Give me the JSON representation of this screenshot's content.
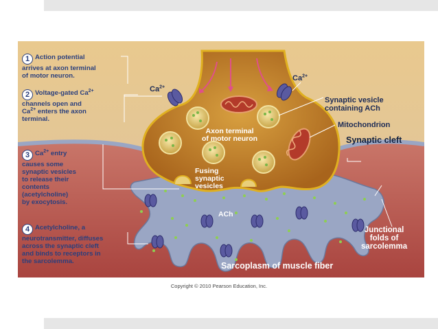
{
  "steps": [
    {
      "num": "1",
      "lines": [
        "Action potential",
        "arrives at axon terminal",
        "of motor neuron."
      ]
    },
    {
      "num": "2",
      "lines": [
        "Voltage-gated Ca",
        "channels open and",
        "Ca",
        "terminal."
      ],
      "sup_a": "2+",
      "sup_b": "2+",
      "tail_b": " enters the axon"
    },
    {
      "num": "3",
      "lines": [
        "Ca",
        " entry",
        "causes some",
        "synaptic vesicles",
        "to release their",
        "contents",
        "(acetylcholine)",
        "by exocytosis."
      ],
      "sup": "2+"
    },
    {
      "num": "4",
      "lines": [
        "Acetylcholine, a",
        "neurotransmitter, diffuses",
        "across the synaptic cleft",
        "and binds to receptors in",
        "the sarcolemma."
      ]
    }
  ],
  "labels": {
    "ca_left": "Ca",
    "ca_left_sup": "2+",
    "ca_right": "Ca",
    "ca_right_sup": "2+",
    "synaptic_vesicle_1": "Synaptic vesicle",
    "synaptic_vesicle_2": "containing ACh",
    "mitochondrion": "Mitochondrion",
    "synaptic_cleft": "Synaptic cleft",
    "axon_terminal_1": "Axon terminal",
    "axon_terminal_2": "of motor neuron",
    "fusing_1": "Fusing",
    "fusing_2": "synaptic",
    "fusing_3": "vesicles",
    "ach": "ACh",
    "junctional_1": "Junctional",
    "junctional_2": "folds of",
    "junctional_3": "sarcolemma",
    "sarcoplasm": "Sarcoplasm of muscle fiber"
  },
  "copyright": "Copyright © 2010 Pearson Education, Inc.",
  "colors": {
    "step_text": "#2a3f7d",
    "terminal": "#c98a2a",
    "muscle": "#b85a55",
    "cleft": "#9aa6c4"
  }
}
